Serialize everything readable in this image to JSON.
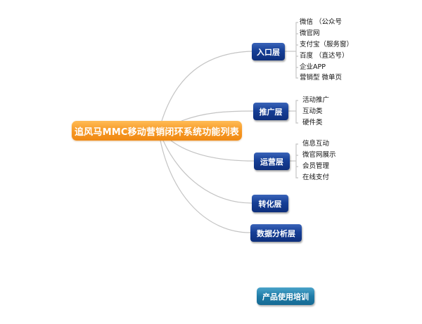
{
  "diagram": {
    "title": "追风马MMC移动营销闭环系统功能列表",
    "colors": {
      "root": "#f69621",
      "layer": "#163f97",
      "training": "#1f7ca8",
      "connector": "#c0c0c0"
    },
    "layers": [
      {
        "label": "入口层",
        "items": [
          "微信 （公众号",
          "微官网",
          "支付宝（服务窗）",
          "百度 （直达号）",
          "企业APP",
          "营销型 微单页"
        ]
      },
      {
        "label": "推广层",
        "items": [
          "活动推广",
          "互动类",
          "硬件类"
        ]
      },
      {
        "label": "运营层",
        "items": [
          "信息互动",
          "微官网展示",
          "会员管理",
          "在线支付"
        ]
      },
      {
        "label": "转化层",
        "items": []
      },
      {
        "label": "数据分析层",
        "items": []
      }
    ],
    "standalone": {
      "label": "产品使用培训"
    }
  }
}
